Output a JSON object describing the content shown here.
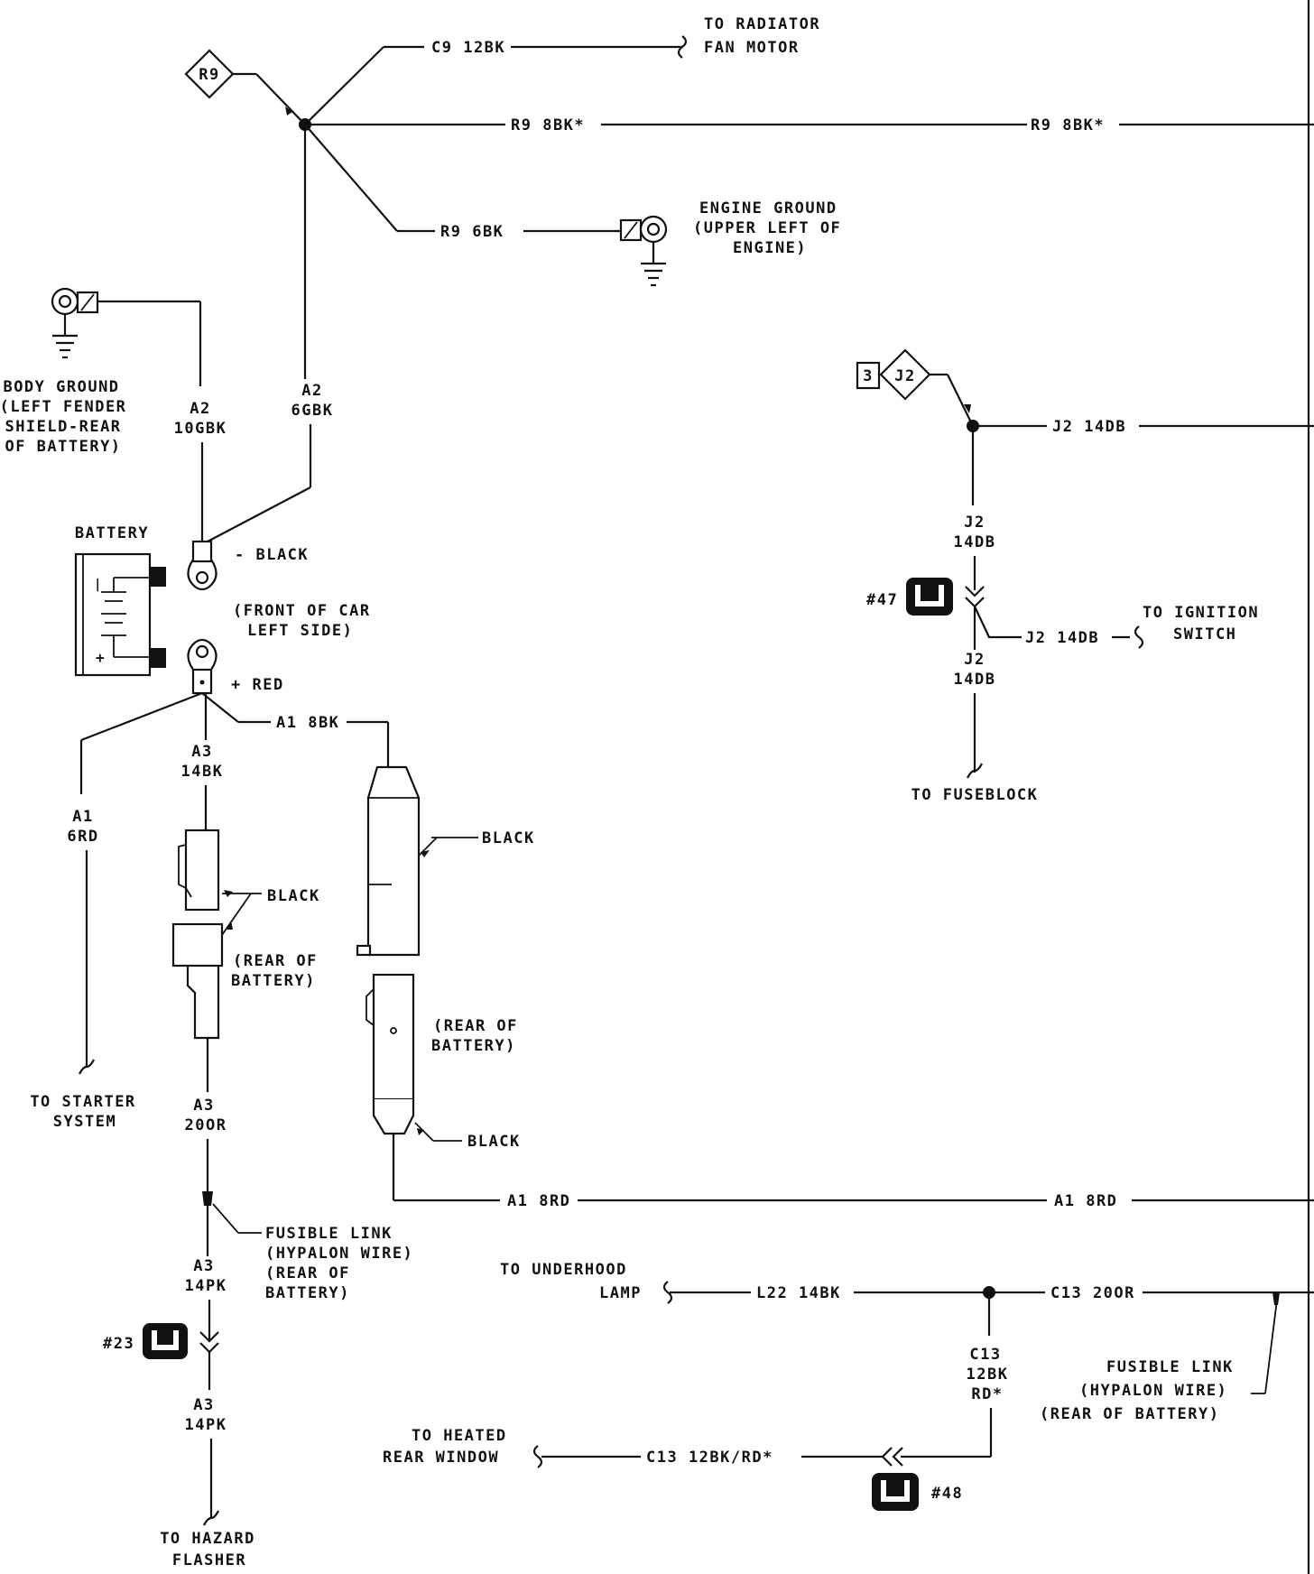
{
  "labels": {
    "to_radiator_1": "TO RADIATOR",
    "to_radiator_2": "FAN MOTOR",
    "c9_wire": "C9 12BK",
    "r9_tag": "R9",
    "r9_8bk_a": "R9 8BK*",
    "r9_8bk_b": "R9 8BK*",
    "r9_6bk": "R9 6BK",
    "engine_ground_1": "ENGINE GROUND",
    "engine_ground_2": "(UPPER LEFT OF",
    "engine_ground_3": "ENGINE)",
    "body_ground_1": "BODY GROUND",
    "body_ground_2": "(LEFT FENDER",
    "body_ground_3": "SHIELD-REAR",
    "body_ground_4": "OF BATTERY)",
    "a2_10gbk_1": "A2",
    "a2_10gbk_2": "10GBK",
    "a2_6gbk_1": "A2",
    "a2_6gbk_2": "6GBK",
    "battery": "BATTERY",
    "minus_black": "- BLACK",
    "front_of_car_1": "(FRONT OF CAR",
    "front_of_car_2": "LEFT SIDE)",
    "plus_red": "+ RED",
    "a1_8bk": "A1 8BK",
    "a3_14bk_1": "A3",
    "a3_14bk_2": "14BK",
    "a1_6rd_1": "A1",
    "a1_6rd_2": "6RD",
    "black_1": "BLACK",
    "black_2": "BLACK",
    "black_3": "BLACK",
    "rear_batt_1a": "(REAR OF",
    "rear_batt_1b": "BATTERY)",
    "rear_batt_2a": "(REAR OF",
    "rear_batt_2b": "BATTERY)",
    "to_starter_1": "TO STARTER",
    "to_starter_2": "SYSTEM",
    "a3_20or_1": "A3",
    "a3_20or_2": "20OR",
    "fusible_1a": "FUSIBLE LINK",
    "fusible_1b": "(HYPALON WIRE)",
    "fusible_1c": "(REAR OF",
    "fusible_1d": "BATTERY)",
    "a3_14pk_1a": "A3",
    "a3_14pk_1b": "14PK",
    "a3_14pk_2a": "A3",
    "a3_14pk_2b": "14PK",
    "conn_23": "#23",
    "to_hazard_1": "TO HAZARD",
    "to_hazard_2": "FLASHER",
    "a1_8rd_a": "A1 8RD",
    "a1_8rd_b": "A1 8RD",
    "j2_tag_num": "3",
    "j2_tag": "J2",
    "j2_14db_main": "J2 14DB",
    "j2_14db_v1a": "J2",
    "j2_14db_v1b": "14DB",
    "conn_47": "#47",
    "to_ignition_1": "TO IGNITION",
    "to_ignition_2": "SWITCH",
    "j2_14db_branch": "J2 14DB",
    "j2_14db_v2a": "J2",
    "j2_14db_v2b": "14DB",
    "to_fuseblock": "TO FUSEBLOCK",
    "to_underhood_1": "TO UNDERHOOD",
    "to_underhood_2": "LAMP",
    "l22_14bk": "L22 14BK",
    "c13_20or": "C13 20OR",
    "c13_v1": "C13",
    "c13_v2": "12BK",
    "c13_v3": "RD*",
    "fusible_2a": "FUSIBLE LINK",
    "fusible_2b": "(HYPALON WIRE)",
    "fusible_2c": "(REAR OF BATTERY)",
    "to_heated_1": "TO HEATED",
    "to_heated_2": "REAR WINDOW",
    "c13_12bkrd": "C13 12BK/RD*",
    "conn_48": "#48"
  }
}
